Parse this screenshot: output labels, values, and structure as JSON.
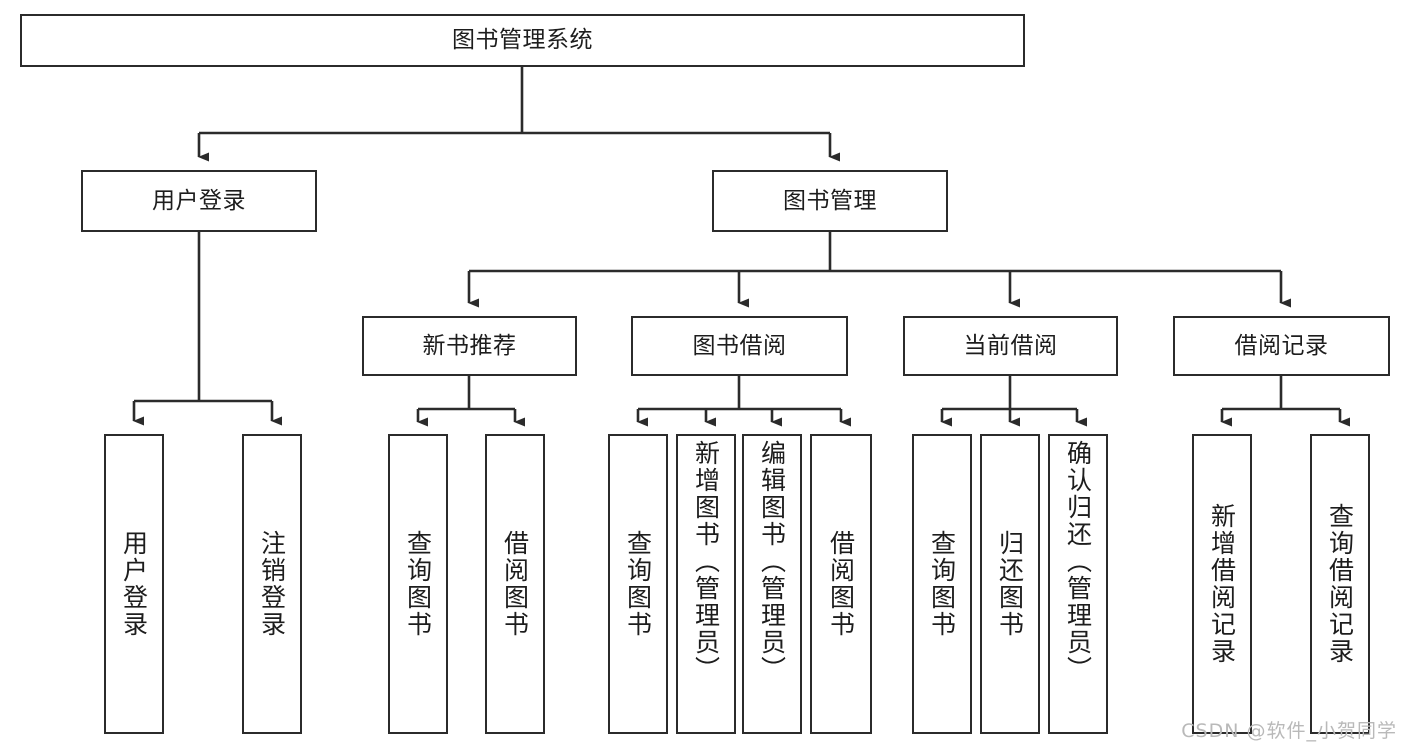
{
  "diagram": {
    "title": "图书管理系统",
    "type": "tree",
    "watermark": "CSDN @软件_小贺同学",
    "colors": {
      "box_border": "#2b2b2b",
      "box_fill": "#ffffff",
      "edge": "#2b2b2b",
      "text": "#1d1d1d",
      "watermark": "#b9b9b9",
      "background": "#ffffff"
    },
    "levels": {
      "root": {
        "label": "图书管理系统"
      },
      "level2": [
        {
          "label": "用户登录"
        },
        {
          "label": "图书管理"
        }
      ],
      "level3": [
        {
          "label": "新书推荐"
        },
        {
          "label": "图书借阅"
        },
        {
          "label": "当前借阅"
        },
        {
          "label": "借阅记录"
        }
      ],
      "leaves": {
        "user_login": [
          {
            "label": "用户登录"
          },
          {
            "label": "注销登录"
          }
        ],
        "new_book_recommend": [
          {
            "label": "查询图书"
          },
          {
            "label": "借阅图书"
          }
        ],
        "book_borrow": [
          {
            "label": "查询图书"
          },
          {
            "label": "新增图书（管理员）"
          },
          {
            "label": "编辑图书（管理员）"
          },
          {
            "label": "借阅图书"
          }
        ],
        "current_borrow": [
          {
            "label": "查询图书"
          },
          {
            "label": "归还图书"
          },
          {
            "label": "确认归还（管理员）"
          }
        ],
        "borrow_record": [
          {
            "label": "新增借阅记录"
          },
          {
            "label": "查询借阅记录"
          }
        ]
      }
    }
  }
}
